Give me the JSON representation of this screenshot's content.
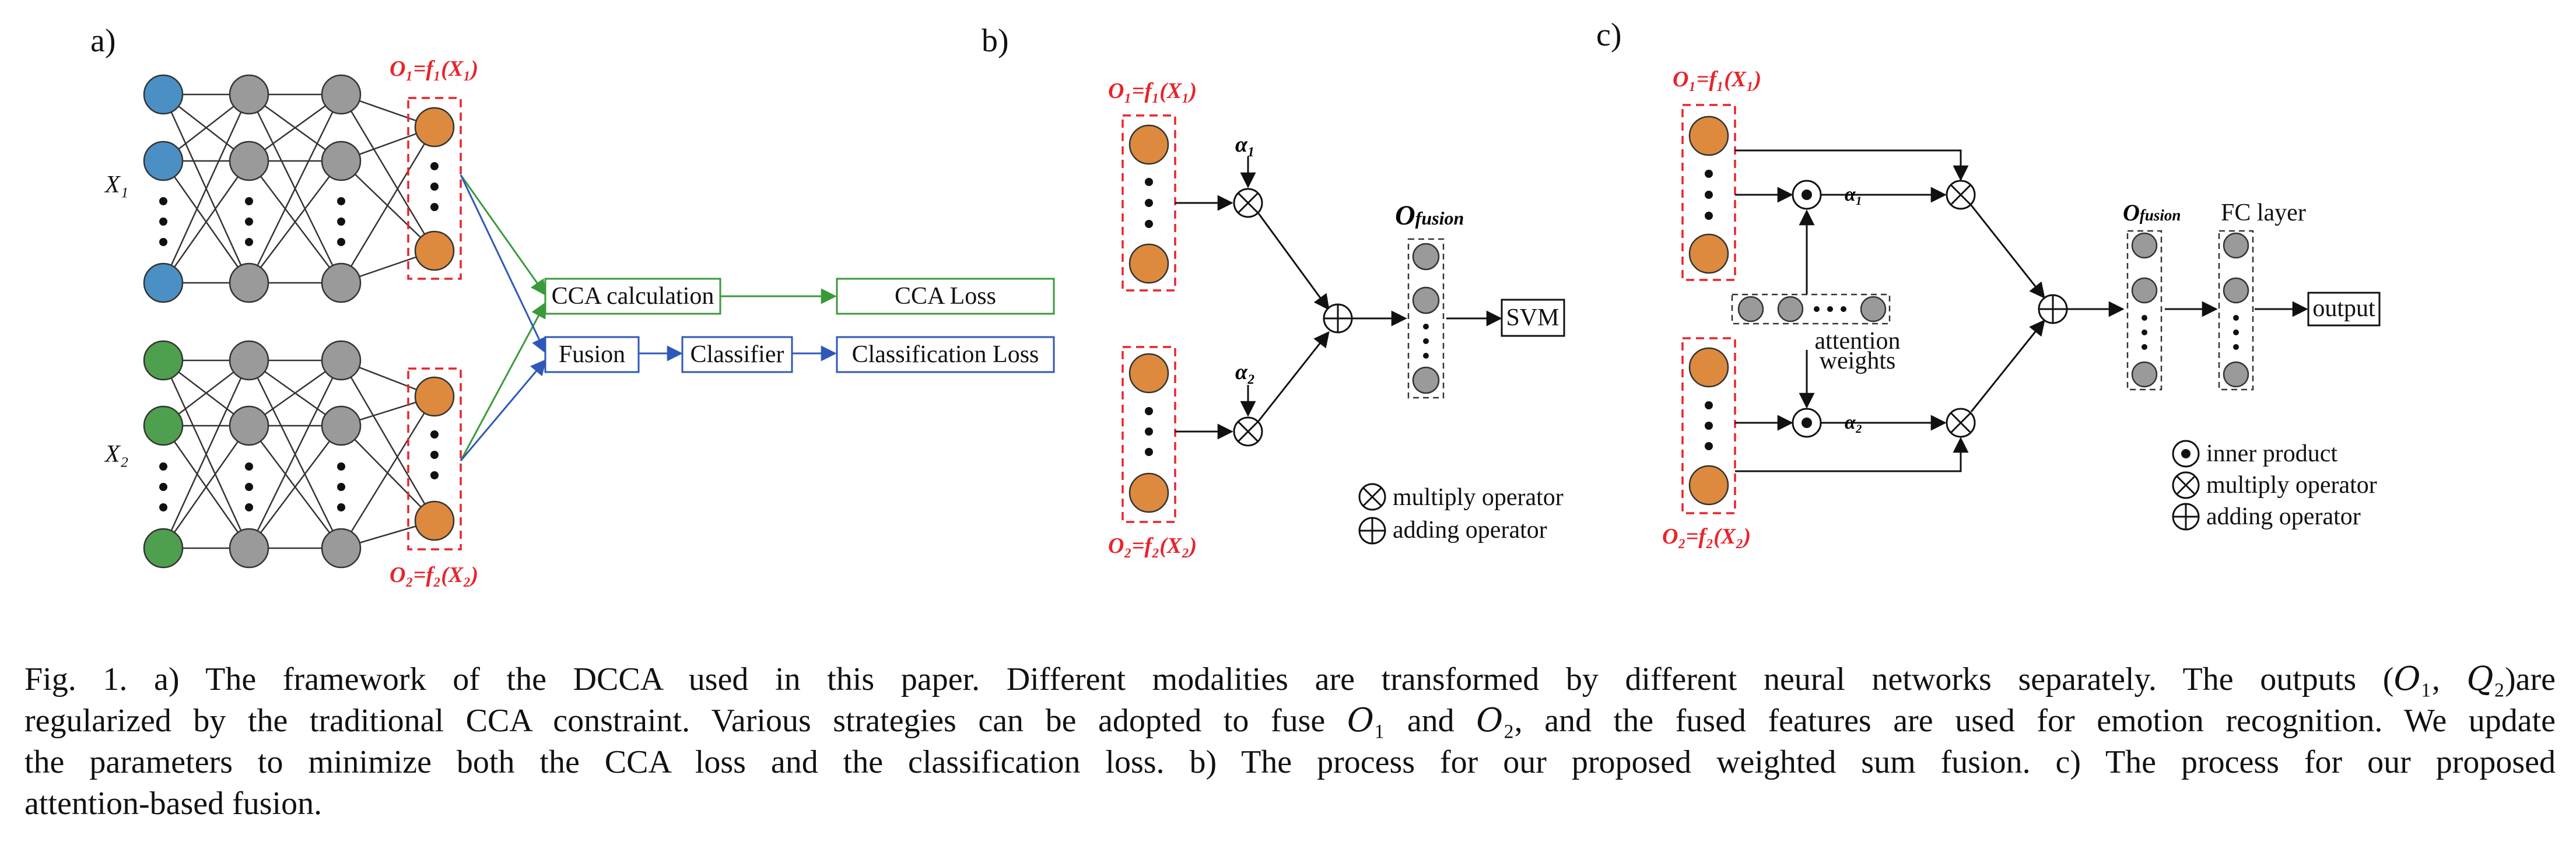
{
  "colors": {
    "blue_node": "#4a90c4",
    "green_node": "#4ea04e",
    "gray_node": "#9a9a9a",
    "orange_node": "#dd8a3e",
    "red_dash": "#e8242b",
    "green_line": "#3a9a3a",
    "blue_line": "#2f58b8",
    "black": "#111111"
  },
  "panel_a": {
    "label": "a)",
    "input1": "X₁",
    "input2": "X₂",
    "out1": "O₁=f₁(X₁)",
    "out2": "O₂=f₂(X₂)",
    "box_cca_calc": "CCA calculation",
    "box_cca_loss": "CCA Loss",
    "box_fusion": "Fusion",
    "box_classifier": "Classifier",
    "box_class_loss": "Classification Loss"
  },
  "panel_b": {
    "label": "b)",
    "out1": "O₁=f₁(X₁)",
    "out2": "O₂=f₂(X₂)",
    "alpha1": "α₁",
    "alpha2": "α₂",
    "ofusion_main": "O",
    "ofusion_sub": "fusion",
    "svm": "SVM",
    "legend_multiply": "multiply operator",
    "legend_adding": "adding operator"
  },
  "panel_c": {
    "label": "c)",
    "out1": "O₁=f₁(X₁)",
    "out2": "O₂=f₂(X₂)",
    "alpha1": "α₁",
    "alpha2": "α₂",
    "attention_line1": "attention",
    "attention_line2": "weights",
    "ofusion_main": "O",
    "ofusion_sub": "fusion",
    "fc_layer": "FC layer",
    "output": "output",
    "legend_inner": "inner product",
    "legend_multiply": "multiply operator",
    "legend_adding": "adding operator"
  },
  "caption": {
    "line1": "Fig. 1. a) The framework of the DCCA used in this paper. Different modalities are transformed by different neural networks separately. The outputs (𝑂₁, 𝑄₂)are",
    "line2": "regularized by the traditional CCA constraint. Various strategies can be adopted to fuse 𝑂₁ and 𝑂₂, and the fused features are used for emotion recognition. We update",
    "line3": "the parameters to minimize both the CCA loss and the classification loss. b) The process for our proposed weighted sum fusion. c) The process for our proposed",
    "line4": "attention-based fusion."
  }
}
